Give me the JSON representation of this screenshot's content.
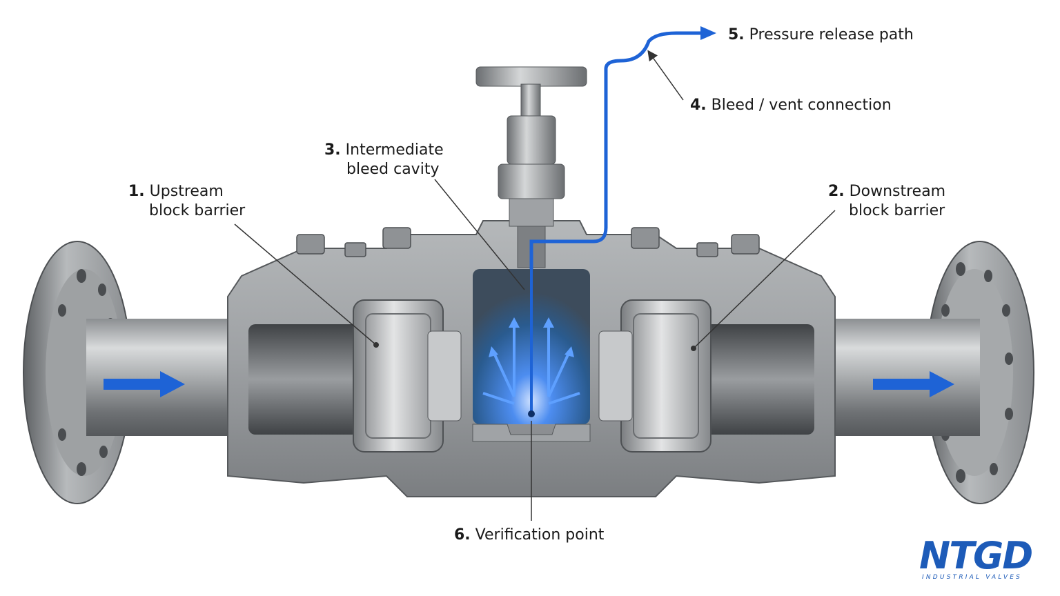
{
  "labels": {
    "l1_num": "1.",
    "l1_line1": "Upstream",
    "l1_line2": "block barrier",
    "l2_num": "2.",
    "l2_line1": "Downstream",
    "l2_line2": "block barrier",
    "l3_num": "3.",
    "l3_line1": "Intermediate",
    "l3_line2": "bleed cavity",
    "l4_num": "4.",
    "l4_text": "Bleed / vent connection",
    "l5_num": "5.",
    "l5_text": "Pressure release path",
    "l6_num": "6.",
    "l6_text": "Verification point"
  },
  "logo": {
    "text": "NTGD",
    "subtitle": "INDUSTRIAL VALVES"
  },
  "colors": {
    "accent_blue": "#1e63d6",
    "steel_light": "#c9cbcd",
    "steel_dark": "#6f7275",
    "cavity_glow": "#4d8df0",
    "logo_blue": "#1d5bb8"
  }
}
